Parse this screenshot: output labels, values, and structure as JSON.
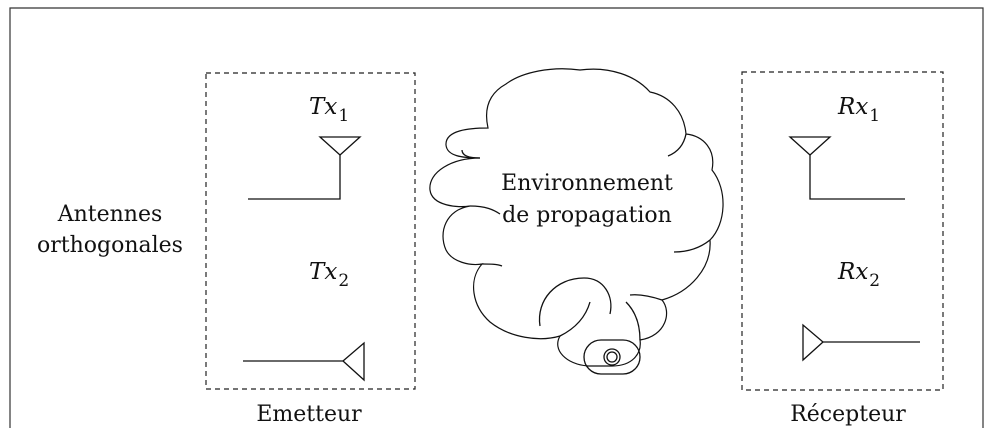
{
  "diagram": {
    "left_label": {
      "line1": "Antennes",
      "line2": "orthogonales"
    },
    "transmitter": {
      "caption": "Emetteur",
      "antenna1": {
        "name": "Tx",
        "index": "1"
      },
      "antenna2": {
        "name": "Tx",
        "index": "2"
      }
    },
    "channel": {
      "line1": "Environnement",
      "line2": "de propagation"
    },
    "receiver": {
      "caption": "Récepteur",
      "antenna1": {
        "name": "Rx",
        "index": "1"
      },
      "antenna2": {
        "name": "Rx",
        "index": "2"
      }
    }
  }
}
